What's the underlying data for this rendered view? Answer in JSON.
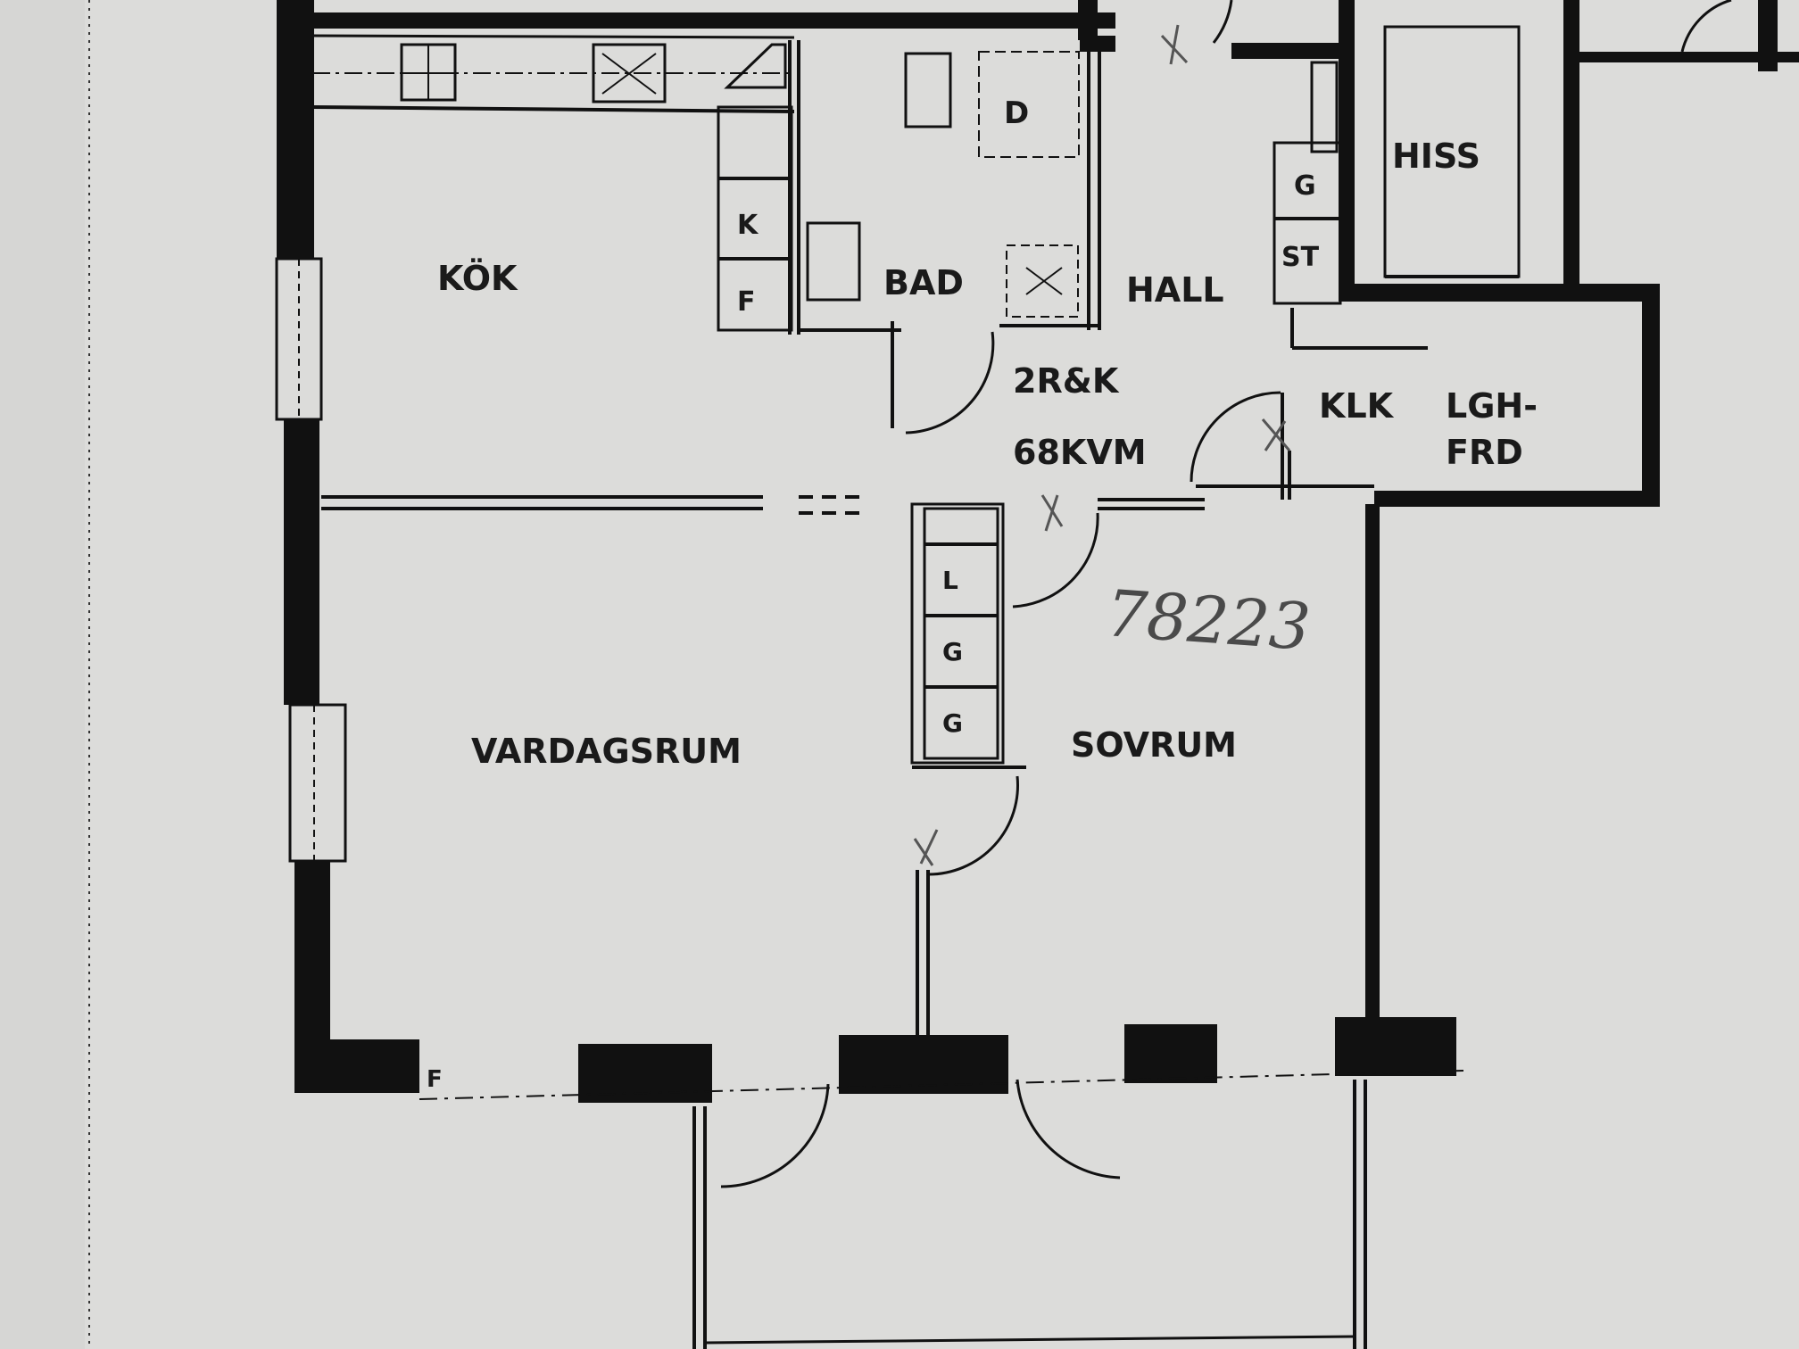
{
  "plan": {
    "rooms": {
      "kok": "KÖK",
      "bad": "BAD",
      "hall": "HALL",
      "hiss": "HISS",
      "klk": "KLK",
      "lgh_1": "LGH-",
      "lgh_2": "FRD",
      "vardagsrum": "VARDAGSRUM",
      "sovrum": "SOVRUM"
    },
    "summary": {
      "type": "2R&K",
      "area": "68KVM"
    },
    "fixtures": {
      "k": "K",
      "f": "F",
      "d": "D",
      "g_hall": "G",
      "st": "ST",
      "l": "L",
      "g1": "G",
      "g2": "G",
      "f_balcony": "F"
    },
    "handwritten": {
      "number": "78223",
      "mark": "x"
    },
    "colors": {
      "paper": "#d8d8d6",
      "ink": "#111111",
      "pencil": "#555555"
    }
  }
}
